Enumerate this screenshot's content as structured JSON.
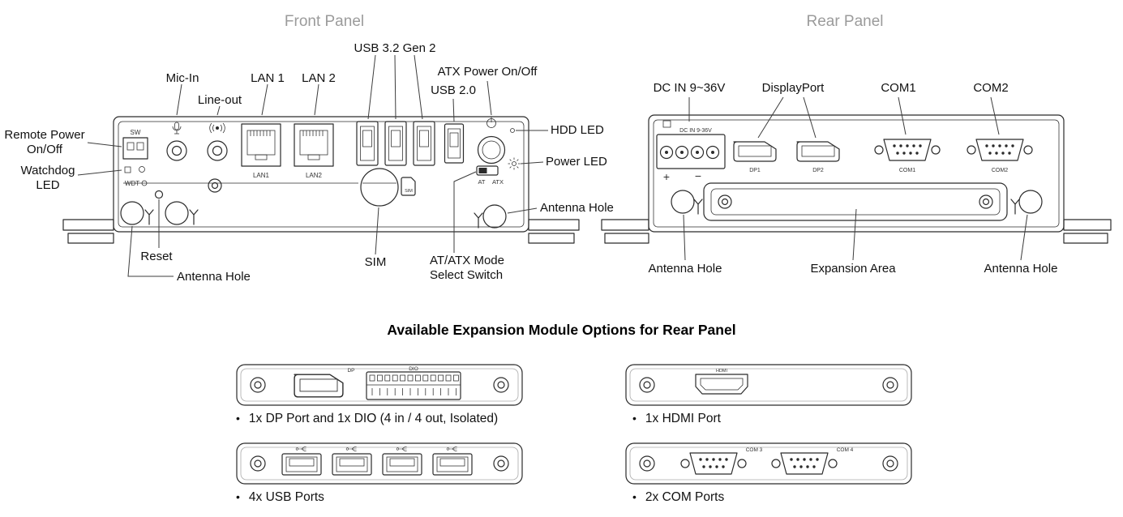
{
  "titles": {
    "front_panel": "Front Panel",
    "rear_panel": "Rear Panel",
    "expansion_section": "Available Expansion Module Options for Rear Panel"
  },
  "front": {
    "labels": {
      "mic_in": "Mic-In",
      "line_out": "Line-out",
      "lan1": "LAN 1",
      "lan2": "LAN 2",
      "usb32": "USB 3.2 Gen 2",
      "usb20": "USB 2.0",
      "atx_power": "ATX Power On/Off",
      "hdd_led": "HDD LED",
      "power_led": "Power LED",
      "remote_power_l1": "Remote Power",
      "remote_power_l2": "On/Off",
      "watchdog_l1": "Watchdog",
      "watchdog_l2": "LED",
      "reset": "Reset",
      "antenna_left": "Antenna Hole",
      "sim": "SIM",
      "at_atx_l1": "AT/ATX Mode",
      "at_atx_l2": "Select Switch",
      "antenna_right": "Antenna Hole"
    },
    "prints": {
      "sw": "SW",
      "wdt": "WDT",
      "lan1": "LAN1",
      "lan2": "LAN2",
      "at": "AT",
      "atx": "ATX",
      "sim_card": "SIM"
    }
  },
  "rear": {
    "labels": {
      "dc_in": "DC IN 9~36V",
      "displayport": "DisplayPort",
      "com1": "COM1",
      "com2": "COM2",
      "antenna_left": "Antenna Hole",
      "expansion_area": "Expansion Area",
      "antenna_right": "Antenna Hole"
    },
    "prints": {
      "dc_in": "DC IN  9-36V",
      "plus": "+",
      "minus": "−",
      "dp1": "DP1",
      "dp2": "DP2",
      "com1": "COM1",
      "com2": "COM2"
    }
  },
  "modules": [
    {
      "caption": "1x DP Port and 1x DIO (4 in / 4 out, Isolated)",
      "prints": {
        "dp": "DP",
        "dio": "DIO"
      }
    },
    {
      "caption": "1x HDMI Port",
      "prints": {
        "hdmi": "HDMI"
      }
    },
    {
      "caption": "4x USB Ports",
      "prints": {}
    },
    {
      "caption": "2x COM Ports",
      "prints": {
        "com3": "COM 3",
        "com4": "COM 4"
      }
    }
  ],
  "bullet": "•",
  "colors": {
    "line": "#2b2b2b",
    "title_gray": "#9b9b9b",
    "text": "#111111"
  }
}
